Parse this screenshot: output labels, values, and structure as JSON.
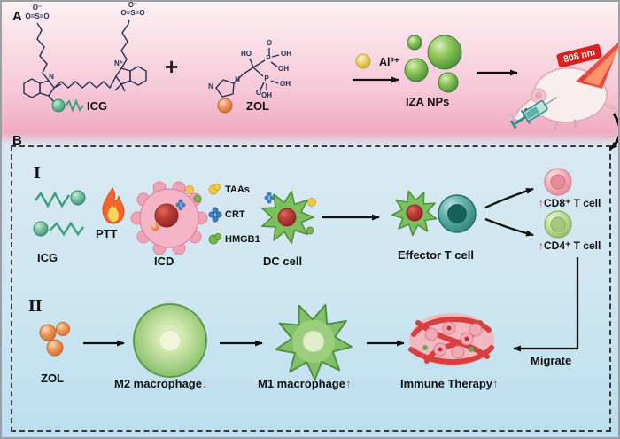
{
  "panel_a": {
    "label": "A",
    "icg_label": "ICG",
    "plus": "+",
    "zol_label": "ZOL",
    "al_label": "Al³⁺",
    "iza_label": "IZA NPs",
    "laser_label": "808 nm",
    "atoms": {
      "icg_o_left": "O⁻",
      "icg_so3_left": "O=S=O",
      "icg_o_right": "O⁻",
      "icg_so3_right": "O=S=O",
      "icg_n_left": "N",
      "icg_n_right": "N⁺",
      "zol_n1": "N",
      "zol_n2": "N",
      "zol_ho": "HO",
      "zol_p1": "P",
      "zol_o1": "O",
      "zol_oh1": "OH",
      "zol_oh2": "OH",
      "zol_p2": "P",
      "zol_o2": "O",
      "zol_oh3": "OH",
      "zol_oh4": "OH"
    }
  },
  "panel_b": {
    "label": "B",
    "row1": {
      "label": "I",
      "icg_label": "ICG",
      "ptt_label": "PTT",
      "icd_label": "ICD",
      "taas_label": "TAAs",
      "crt_label": "CRT",
      "hmgb1_label": "HMGB1",
      "dc_label": "DC cell",
      "effector_label": "Effector T cell",
      "cd8_arrow": "↑",
      "cd8_label": "CD8⁺ T cell",
      "cd4_arrow": "↑",
      "cd4_label": "CD4⁺ T cell"
    },
    "row2": {
      "label": "II",
      "zol_label": "ZOL",
      "m2_label": "M2 macrophage",
      "m2_arrow": "↓",
      "m1_label": "M1 macrophage",
      "m1_arrow": "↑",
      "therapy_label": "Immune Therapy",
      "therapy_arrow": "↑",
      "migrate_label": "Migrate"
    }
  },
  "colors": {
    "accent_red": "#e8262d",
    "structure_navy": "#243050",
    "green_nanoparticle": "#4c8f3c",
    "teal_icg": "#3f9f7f",
    "orange_zol": "#d86f2e",
    "pink_cell": "#f3a8bb",
    "blue_panel": "#cfe7f2",
    "pink_panel": "#f1abc3"
  }
}
